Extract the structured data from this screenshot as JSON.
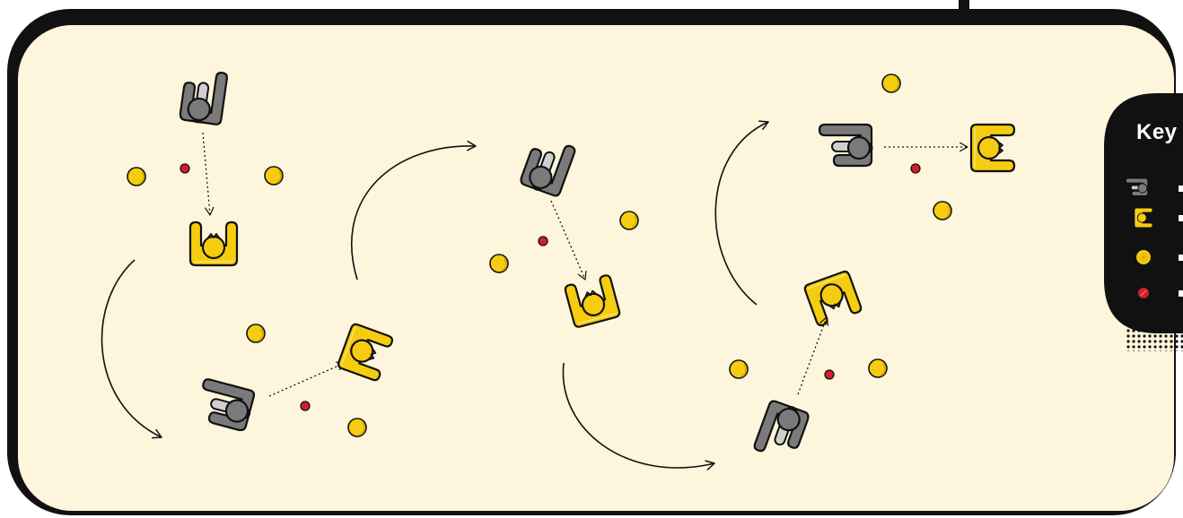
{
  "key": {
    "title": "Key",
    "items": [
      {
        "icon": "batter-icon",
        "color": "#7a7a7a",
        "label": ""
      },
      {
        "icon": "catcher-icon",
        "color": "#f5cc0f",
        "label": ""
      },
      {
        "icon": "fielder-dot-icon",
        "color": "#f5cc0f",
        "label": ""
      },
      {
        "icon": "ball-icon",
        "color": "#d0202a",
        "label": ""
      }
    ]
  },
  "colors": {
    "background": "#fdf6dc",
    "outline": "#111111",
    "grey_player": "#7a7a7a",
    "yellow_player": "#f5cc0f",
    "ball": "#d0202a"
  },
  "stages": [
    {
      "description_id": "stage-1"
    },
    {
      "description_id": "stage-2"
    },
    {
      "description_id": "stage-3"
    },
    {
      "description_id": "stage-4"
    },
    {
      "description_id": "stage-5"
    }
  ]
}
